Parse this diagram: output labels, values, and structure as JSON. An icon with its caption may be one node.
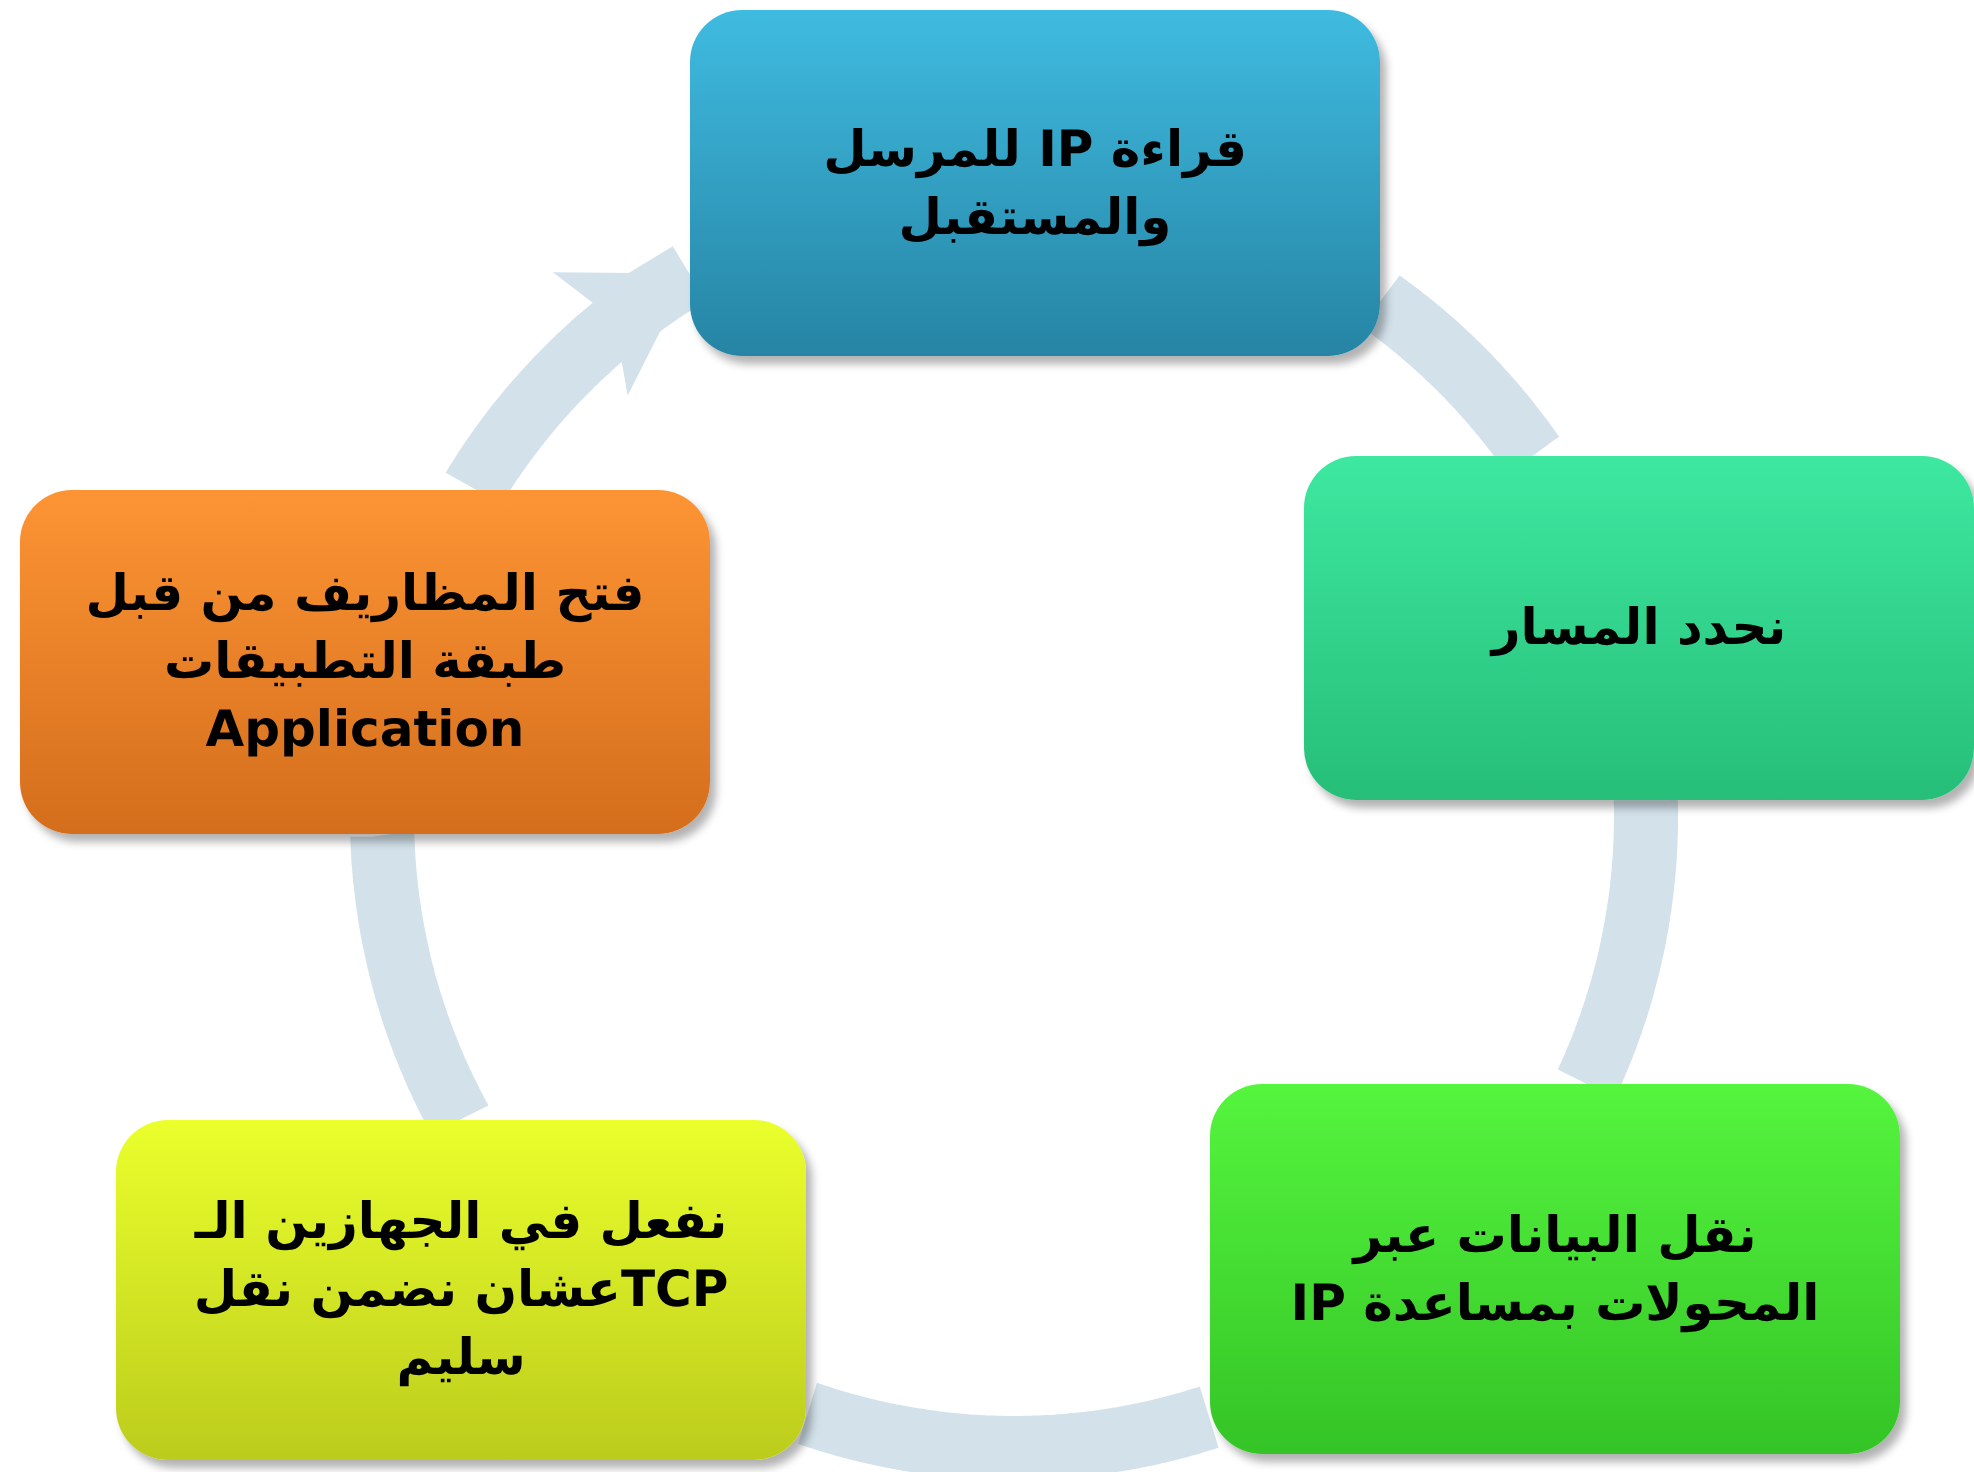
{
  "diagram": {
    "nodes": [
      {
        "text": [
          "قراءة IP للمرسل والمستقبل"
        ]
      },
      {
        "text": [
          "نحدد المسار"
        ]
      },
      {
        "text": [
          "نقل البيانات عبر المحولات بمساعدة IP"
        ]
      },
      {
        "text": [
          "نفعل في الجهازين الـ TCPعشان نضمن نقل سليم"
        ]
      },
      {
        "text": [
          "فتح المظاريف من قبل طبقة التطبيقات Application"
        ]
      }
    ],
    "edges": [
      {
        "from": 0,
        "to": 1,
        "arrow": "none"
      },
      {
        "from": 1,
        "to": 2,
        "arrow": "none"
      },
      {
        "from": 2,
        "to": 3,
        "arrow": "none"
      },
      {
        "from": 3,
        "to": 4,
        "arrow": "none"
      },
      {
        "from": 4,
        "to": 0,
        "arrow": "to"
      }
    ]
  }
}
